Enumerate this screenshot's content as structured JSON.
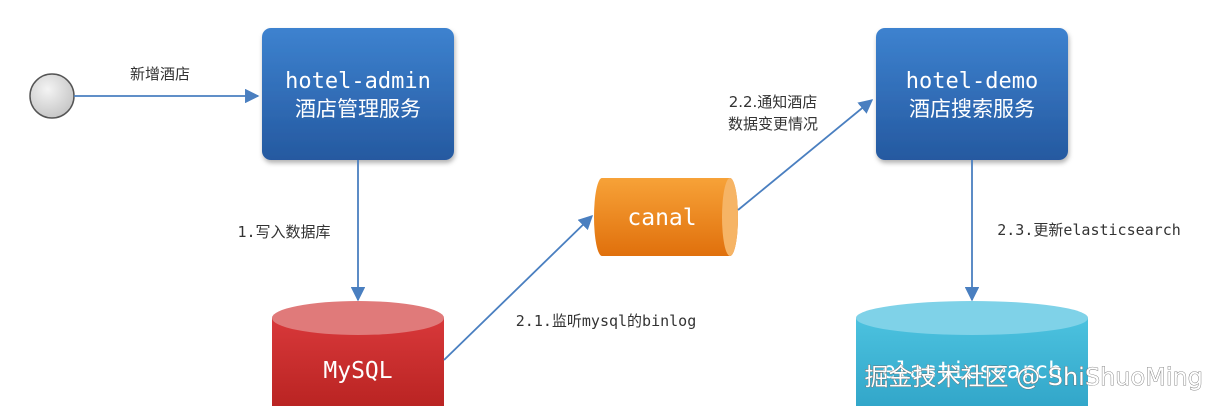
{
  "actor": {
    "icon": "circle-actor-icon"
  },
  "edges": {
    "add_hotel": "新增酒店",
    "write_db": "1.写入数据库",
    "listen_binlog": "2.1.监听mysql的binlog",
    "notify_line1": "2.2.通知酒店",
    "notify_line2": "数据变更情况",
    "update_es": "2.3.更新elasticsearch"
  },
  "nodes": {
    "hotel_admin": {
      "title": "hotel-admin",
      "subtitle": "酒店管理服务"
    },
    "hotel_demo": {
      "title": "hotel-demo",
      "subtitle": "酒店搜索服务"
    },
    "canal": {
      "label": "canal"
    },
    "mysql": {
      "label": "MySQL"
    },
    "elasticsearch": {
      "label": "elasticsearch"
    }
  },
  "watermark": "掘金技术社区 @ ShiShuoMing",
  "colors": {
    "service_box": "#2f6db5",
    "canal": "#f08a1c",
    "mysql": "#d0312f",
    "elasticsearch": "#3fb3d3",
    "arrow": "#4a7fc0"
  }
}
